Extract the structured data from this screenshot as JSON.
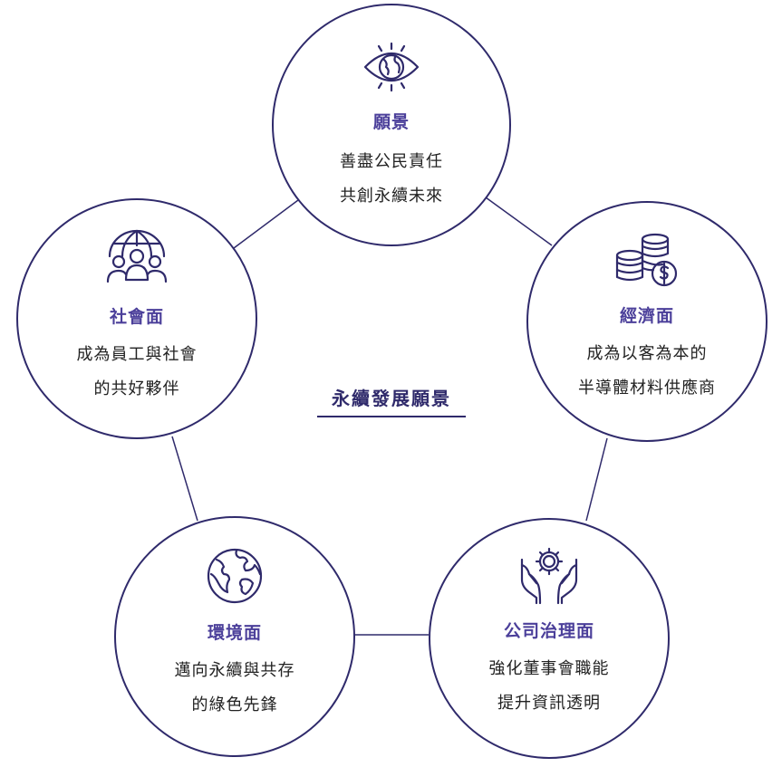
{
  "center_title": "永續發展願景",
  "nodes": {
    "vision": {
      "title": "願景",
      "lines": [
        "善盡公民責任",
        "共創永續未來"
      ]
    },
    "economy": {
      "title": "經濟面",
      "lines": [
        "成為以客為本的",
        "半導體材料供應商"
      ]
    },
    "governance": {
      "title": "公司治理面",
      "lines": [
        "強化董事會職能",
        "提升資訊透明"
      ]
    },
    "environment": {
      "title": "環境面",
      "lines": [
        "邁向永續與共存",
        "的綠色先鋒"
      ]
    },
    "society": {
      "title": "社會面",
      "lines": [
        "成為員工與社會",
        "的共好夥伴"
      ]
    }
  },
  "icons": {
    "vision": "eye-globe-icon",
    "economy": "coins-dollar-icon",
    "governance": "hands-gear-icon",
    "environment": "globe-icon",
    "society": "globe-people-icon"
  },
  "colors": {
    "outline": "#2f2a6b",
    "title": "#4b3f9a",
    "text": "#222222"
  }
}
